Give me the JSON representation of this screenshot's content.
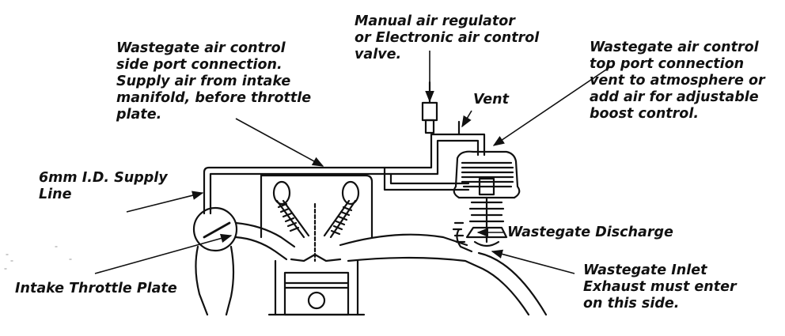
{
  "labels": {
    "manual_air": [
      "Manual air regulator",
      "or Electronic air control",
      "valve."
    ],
    "side_port": [
      "Wastegate air control",
      "side port connection.",
      "Supply air from intake",
      "manifold, before throttle",
      "plate."
    ],
    "top_port": [
      "Wastegate air control",
      "top port connection",
      "vent to atmosphere or",
      "add air for adjustable",
      "boost control."
    ],
    "vent": [
      "Vent"
    ],
    "supply_line": [
      "6mm I.D. Supply",
      "Line"
    ],
    "discharge": [
      "Wastegate Discharge"
    ],
    "throttle": [
      "Intake Throttle Plate"
    ],
    "inlet": [
      "Wastegate Inlet",
      "Exhaust must enter",
      "on this side."
    ]
  },
  "colors": {
    "ink": "#111111",
    "background": "#ffffff"
  }
}
